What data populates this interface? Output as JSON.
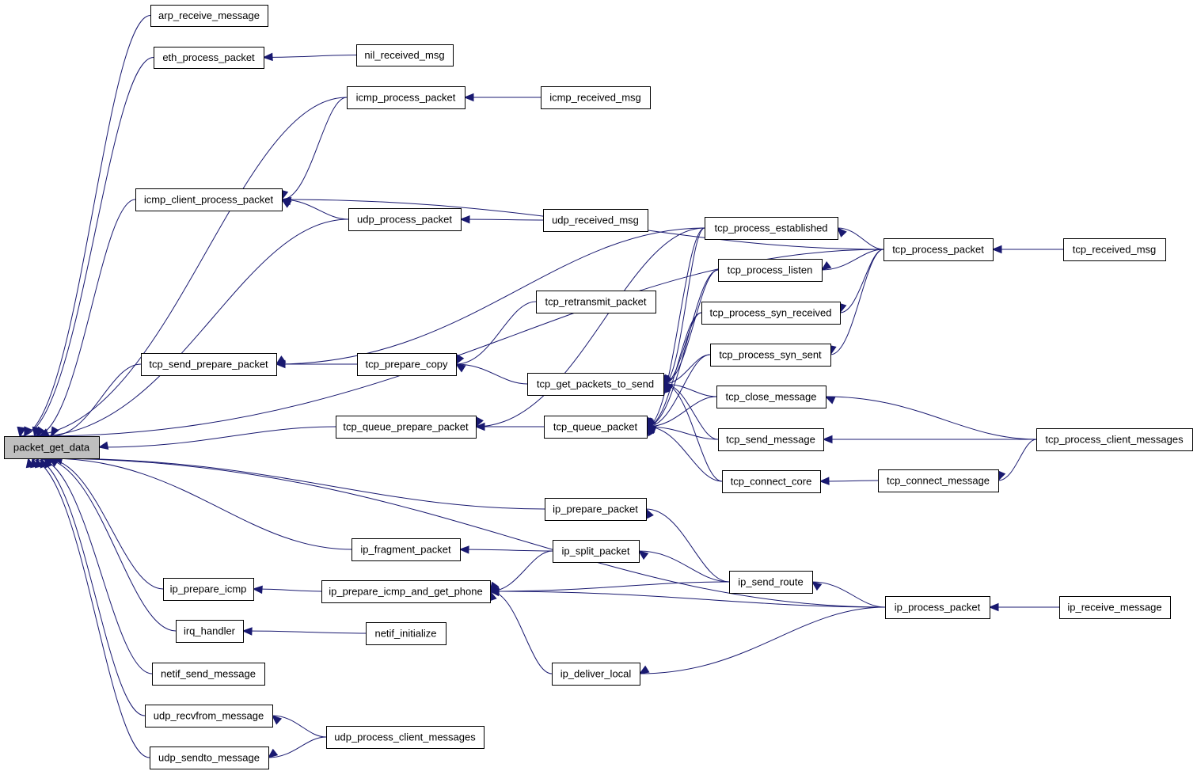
{
  "graph": {
    "root": "packet_get_data",
    "nodes": {
      "packet_get_data": "packet_get_data",
      "arp_receive_message": "arp_receive_message",
      "eth_process_packet": "eth_process_packet",
      "nil_received_msg": "nil_received_msg",
      "icmp_process_packet": "icmp_process_packet",
      "icmp_received_msg": "icmp_received_msg",
      "icmp_client_process_packet": "icmp_client_process_packet",
      "udp_process_packet": "udp_process_packet",
      "udp_received_msg": "udp_received_msg",
      "tcp_process_established": "tcp_process_established",
      "tcp_process_packet": "tcp_process_packet",
      "tcp_received_msg": "tcp_received_msg",
      "tcp_process_listen": "tcp_process_listen",
      "tcp_retransmit_packet": "tcp_retransmit_packet",
      "tcp_process_syn_received": "tcp_process_syn_received",
      "tcp_send_prepare_packet": "tcp_send_prepare_packet",
      "tcp_prepare_copy": "tcp_prepare_copy",
      "tcp_process_syn_sent": "tcp_process_syn_sent",
      "tcp_get_packets_to_send": "tcp_get_packets_to_send",
      "tcp_close_message": "tcp_close_message",
      "tcp_queue_prepare_packet": "tcp_queue_prepare_packet",
      "tcp_queue_packet": "tcp_queue_packet",
      "tcp_send_message": "tcp_send_message",
      "tcp_process_client_messages": "tcp_process_client_messages",
      "tcp_connect_core": "tcp_connect_core",
      "tcp_connect_message": "tcp_connect_message",
      "ip_prepare_packet": "ip_prepare_packet",
      "ip_fragment_packet": "ip_fragment_packet",
      "ip_split_packet": "ip_split_packet",
      "ip_prepare_icmp": "ip_prepare_icmp",
      "ip_prepare_icmp_and_get_phone": "ip_prepare_icmp_and_get_phone",
      "ip_send_route": "ip_send_route",
      "ip_process_packet": "ip_process_packet",
      "ip_receive_message": "ip_receive_message",
      "irq_handler": "irq_handler",
      "netif_initialize": "netif_initialize",
      "ip_deliver_local": "ip_deliver_local",
      "netif_send_message": "netif_send_message",
      "udp_recvfrom_message": "udp_recvfrom_message",
      "udp_process_client_messages": "udp_process_client_messages",
      "udp_sendto_message": "udp_sendto_message"
    },
    "edges": [
      [
        "arp_receive_message",
        "packet_get_data"
      ],
      [
        "eth_process_packet",
        "packet_get_data"
      ],
      [
        "icmp_process_packet",
        "packet_get_data"
      ],
      [
        "tcp_process_packet",
        "packet_get_data"
      ],
      [
        "icmp_client_process_packet",
        "packet_get_data"
      ],
      [
        "udp_process_packet",
        "packet_get_data"
      ],
      [
        "tcp_process_established",
        "tcp_send_prepare_packet"
      ],
      [
        "tcp_send_prepare_packet",
        "packet_get_data"
      ],
      [
        "tcp_queue_prepare_packet",
        "packet_get_data"
      ],
      [
        "ip_process_packet",
        "packet_get_data"
      ],
      [
        "ip_prepare_packet",
        "packet_get_data"
      ],
      [
        "ip_fragment_packet",
        "packet_get_data"
      ],
      [
        "ip_prepare_icmp",
        "packet_get_data"
      ],
      [
        "irq_handler",
        "packet_get_data"
      ],
      [
        "netif_send_message",
        "packet_get_data"
      ],
      [
        "udp_recvfrom_message",
        "packet_get_data"
      ],
      [
        "udp_sendto_message",
        "packet_get_data"
      ],
      [
        "nil_received_msg",
        "eth_process_packet"
      ],
      [
        "icmp_received_msg",
        "icmp_process_packet"
      ],
      [
        "icmp_process_packet",
        "icmp_client_process_packet"
      ],
      [
        "tcp_process_packet",
        "icmp_client_process_packet"
      ],
      [
        "udp_process_packet",
        "icmp_client_process_packet"
      ],
      [
        "udp_received_msg",
        "udp_process_packet"
      ],
      [
        "tcp_prepare_copy",
        "tcp_send_prepare_packet"
      ],
      [
        "tcp_retransmit_packet",
        "tcp_prepare_copy"
      ],
      [
        "tcp_get_packets_to_send",
        "tcp_prepare_copy"
      ],
      [
        "tcp_process_established",
        "tcp_queue_prepare_packet"
      ],
      [
        "tcp_queue_packet",
        "tcp_queue_prepare_packet"
      ],
      [
        "tcp_received_msg",
        "tcp_process_packet"
      ],
      [
        "tcp_process_packet",
        "tcp_process_established"
      ],
      [
        "tcp_process_packet",
        "tcp_process_listen"
      ],
      [
        "tcp_process_packet",
        "tcp_process_syn_received"
      ],
      [
        "tcp_process_packet",
        "tcp_process_syn_sent"
      ],
      [
        "tcp_process_established",
        "tcp_get_packets_to_send"
      ],
      [
        "tcp_process_listen",
        "tcp_get_packets_to_send"
      ],
      [
        "tcp_process_syn_received",
        "tcp_get_packets_to_send"
      ],
      [
        "tcp_process_syn_sent",
        "tcp_get_packets_to_send"
      ],
      [
        "tcp_close_message",
        "tcp_get_packets_to_send"
      ],
      [
        "tcp_send_message",
        "tcp_get_packets_to_send"
      ],
      [
        "tcp_connect_core",
        "tcp_get_packets_to_send"
      ],
      [
        "tcp_process_established",
        "tcp_queue_packet"
      ],
      [
        "tcp_process_listen",
        "tcp_queue_packet"
      ],
      [
        "tcp_process_syn_received",
        "tcp_queue_packet"
      ],
      [
        "tcp_process_syn_sent",
        "tcp_queue_packet"
      ],
      [
        "tcp_close_message",
        "tcp_queue_packet"
      ],
      [
        "tcp_send_message",
        "tcp_queue_packet"
      ],
      [
        "tcp_connect_core",
        "tcp_queue_packet"
      ],
      [
        "tcp_process_client_messages",
        "tcp_close_message"
      ],
      [
        "tcp_process_client_messages",
        "tcp_send_message"
      ],
      [
        "tcp_process_client_messages",
        "tcp_connect_message"
      ],
      [
        "tcp_connect_message",
        "tcp_connect_core"
      ],
      [
        "ip_send_route",
        "ip_prepare_packet"
      ],
      [
        "ip_split_packet",
        "ip_fragment_packet"
      ],
      [
        "ip_send_route",
        "ip_split_packet"
      ],
      [
        "ip_prepare_icmp_and_get_phone",
        "ip_prepare_icmp"
      ],
      [
        "ip_split_packet",
        "ip_prepare_icmp_and_get_phone"
      ],
      [
        "ip_send_route",
        "ip_prepare_icmp_and_get_phone"
      ],
      [
        "ip_process_packet",
        "ip_prepare_icmp_and_get_phone"
      ],
      [
        "ip_deliver_local",
        "ip_prepare_icmp_and_get_phone"
      ],
      [
        "ip_process_packet",
        "ip_send_route"
      ],
      [
        "ip_receive_message",
        "ip_process_packet"
      ],
      [
        "ip_process_packet",
        "ip_deliver_local"
      ],
      [
        "netif_initialize",
        "irq_handler"
      ],
      [
        "udp_process_client_messages",
        "udp_recvfrom_message"
      ],
      [
        "udp_process_client_messages",
        "udp_sendto_message"
      ]
    ]
  }
}
